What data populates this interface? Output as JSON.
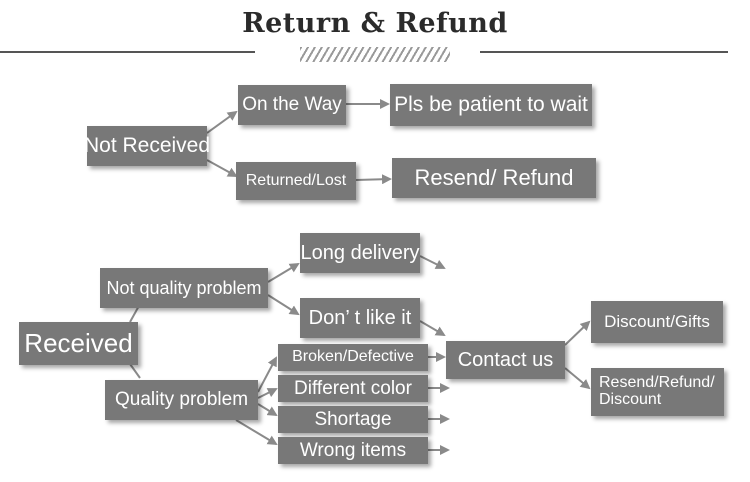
{
  "header": {
    "title": "Return & Refund"
  },
  "not_received": {
    "root": "Not Received",
    "on_the_way": "On the Way",
    "wait": "Pls be patient to wait",
    "returned_lost": "Returned/Lost",
    "resend_refund": "Resend/ Refund"
  },
  "received": {
    "root": "Received",
    "not_quality": "Not quality problem",
    "long_delivery": "Long delivery",
    "dont_like": "Don’ t like it",
    "quality": "Quality problem",
    "broken": "Broken/Defective",
    "different_color": "Different color",
    "shortage": "Shortage",
    "wrong_items": "Wrong items",
    "contact": "Contact us",
    "discount_gifts": "Discount/Gifts",
    "resend_line1": "Resend/Refund/",
    "resend_line2": "Discount"
  },
  "colors": {
    "box": "#787878",
    "arrow": "#8a8a8a",
    "text": "#ffffff"
  }
}
